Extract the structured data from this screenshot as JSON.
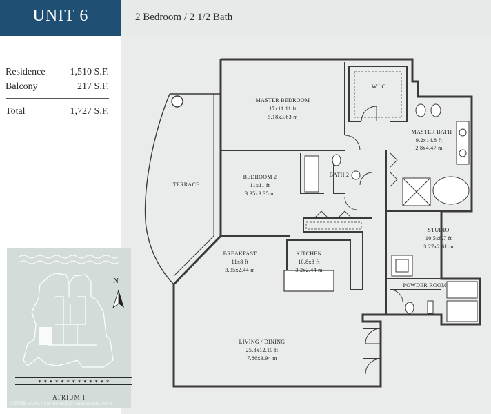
{
  "header": {
    "unit_title": "UNIT 6",
    "subtitle": "2 Bedroom / 2 1/2 Bath",
    "brand_color": "#1f4f73"
  },
  "areas": {
    "rows": [
      {
        "label": "Residence",
        "value": "1,510 S.F."
      },
      {
        "label": "Balcony",
        "value": "217 S.F."
      }
    ],
    "total": {
      "label": "Total",
      "value": "1,727 S.F."
    }
  },
  "rooms": {
    "master_bedroom": {
      "name": "MASTER BEDROOM",
      "dim_ft": "17x11.11 ft",
      "dim_m": "5.18x3.63 m"
    },
    "wic": {
      "name": "W.I.C"
    },
    "master_bath": {
      "name": "MASTER BATH",
      "dim_ft": "9.2x14.8 ft",
      "dim_m": "2.8x4.47 m"
    },
    "bedroom2": {
      "name": "BEDROOM 2",
      "dim_ft": "11x11 ft",
      "dim_m": "3.35x3.35 m"
    },
    "bath2": {
      "name": "BATH 2"
    },
    "terrace": {
      "name": "TERRACE"
    },
    "studio": {
      "name": "STUDIO",
      "dim_ft": "10.5x8.7 ft",
      "dim_m": "3.27x2.61 m"
    },
    "breakfast": {
      "name": "BREAKFAST",
      "dim_ft": "11x8 ft",
      "dim_m": "3.35x2.44 m"
    },
    "kitchen": {
      "name": "KITCHEN",
      "dim_ft": "10.8x8 ft",
      "dim_m": "3.2x2.44 m"
    },
    "powder_room": {
      "name": "POWDER ROOM"
    },
    "living_dining": {
      "name": "LIVING / DINING",
      "dim_ft": "25.8x12.10 ft",
      "dim_m": "7.86x3.94 m"
    }
  },
  "keymap": {
    "north": "N",
    "label": "ATRIUM I"
  },
  "watermark": "©2009 www.miamicondoinvestments.com"
}
